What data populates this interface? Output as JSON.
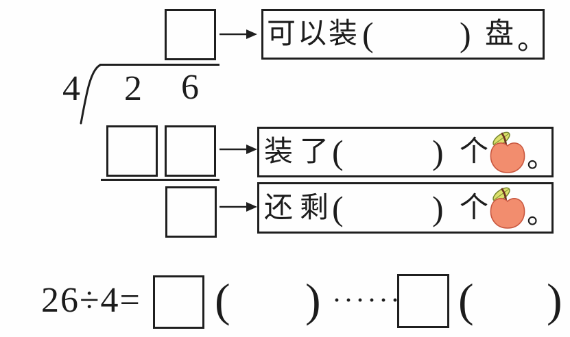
{
  "division": {
    "divisor": "4",
    "dividend_tens": "2",
    "dividend_ones": "6"
  },
  "answer_boxes": [
    {
      "prefix": "可以装",
      "paren_open": "(",
      "paren_close": ")",
      "unit": "盘",
      "period": "。"
    },
    {
      "prefix": "装了",
      "paren_open": "(",
      "paren_close": ")",
      "unit": "个",
      "period": "。"
    },
    {
      "prefix": "还剩",
      "paren_open": "(",
      "paren_close": ")",
      "unit": "个",
      "period": "。"
    }
  ],
  "equation": {
    "lhs": "26÷4=",
    "paren_open_quotient": "(",
    "paren_close_quotient": ")",
    "remainder_dots": "······",
    "paren_open_remainder": "(",
    "paren_close_remainder": ")"
  },
  "icons": {
    "apple": "apple-icon",
    "arrow": "arrow-right-icon",
    "bracket": "division-bracket"
  },
  "colors": {
    "ink": "#1f1f1f",
    "apple_body": "#f28d6e",
    "apple_outline": "#c8573f",
    "leaf_fill": "#dce06c",
    "leaf_outline": "#76862f",
    "stem": "#6d3322"
  }
}
